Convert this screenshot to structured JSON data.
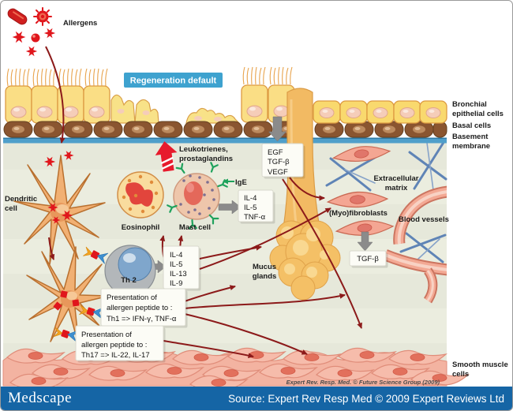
{
  "labels": {
    "allergens": "Allergens",
    "regeneration": "Regeneration default",
    "bronchial_l1": "Bronchial",
    "bronchial_l2": "epithelial cells",
    "basal": "Basal cells",
    "membrane_l1": "Basement",
    "membrane_l2": "membrane",
    "dendritic_l1": "Dendritic",
    "dendritic_l2": "cell",
    "eosinophil": "Eosinophil",
    "mast": "Mast cell",
    "ige": "IgE",
    "leuko_l1": "Leukotrienes,",
    "leuko_l2": "prostaglandins",
    "ecm_l1": "Extracellular",
    "ecm_l2": "matrix",
    "fibroblasts": "(Myo)fibroblasts",
    "vessels": "Blood vessels",
    "th2": "Th 2",
    "mucus_l1": "Mucus",
    "mucus_l2": "glands",
    "smooth_l1": "Smooth muscle",
    "smooth_l2": "cells"
  },
  "boxes": {
    "egf": [
      "EGF",
      "TGF-β",
      "VEGF"
    ],
    "mast_out": [
      "IL-4",
      "IL-5",
      "TNF-α"
    ],
    "th2_out": [
      "IL-4",
      "IL-5",
      "IL-13",
      "IL-9"
    ],
    "tgfb": "TGF-β",
    "pres1": {
      "l1": "Presentation of",
      "l2": "allergen peptide to :",
      "l3": "Th1 => IFN-γ, TNF-α"
    },
    "pres2": {
      "l1": "Presentation of",
      "l2": "allergen peptide to :",
      "l3": "Th17 => IL-22, IL-17"
    }
  },
  "footer": {
    "credit": "Expert Rev. Resp. Med. © Future Science Group (2009)",
    "logo": "Medscape",
    "source": "Source: Expert Rev Resp Med © 2009 Expert Reviews Ltd"
  },
  "colors": {
    "regeneration_blue": "#3ea2cf",
    "bar_blue": "#1565a5",
    "arrow_dark_red": "#8c1a1a",
    "allergen_red": "#e0161c",
    "membrane_blue": "#4f9fca",
    "submucosa": "#e6e8da",
    "receptor_green": "#1fa25c"
  }
}
